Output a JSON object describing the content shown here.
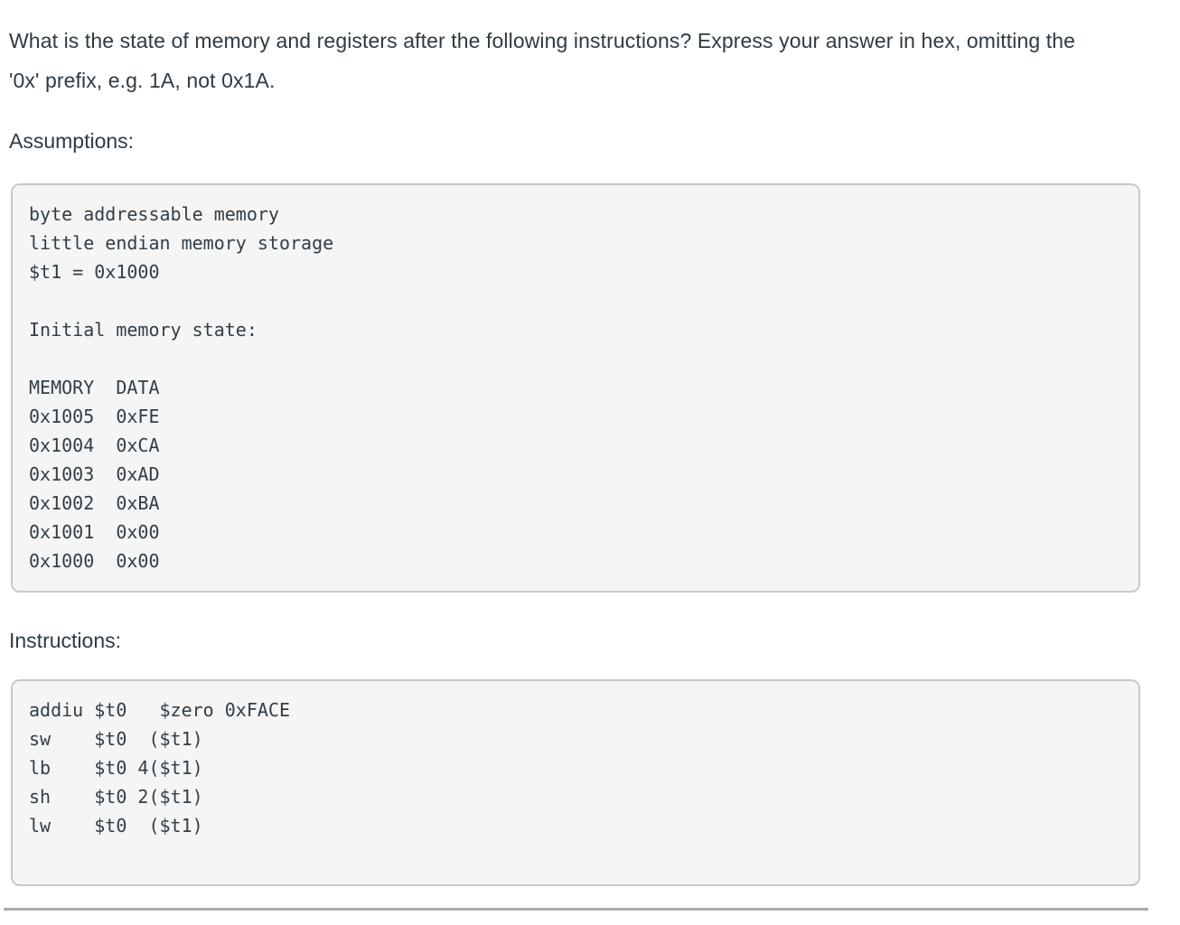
{
  "question": {
    "text": "What is the state of memory and registers after the following instructions? Express your answer in hex, omitting the '0x' prefix, e.g. 1A, not 0x1A."
  },
  "assumptions": {
    "heading": "Assumptions:",
    "code": "byte addressable memory\nlittle endian memory storage\n$t1 = 0x1000\n\nInitial memory state:\n\nMEMORY  DATA\n0x1005  0xFE\n0x1004  0xCA\n0x1003  0xAD\n0x1002  0xBA\n0x1001  0x00\n0x1000  0x00",
    "facts": [
      "byte addressable memory",
      "little endian memory storage",
      "$t1 = 0x1000"
    ],
    "memory_state_label": "Initial memory state:",
    "memory_table": {
      "headers": [
        "MEMORY",
        "DATA"
      ],
      "rows": [
        [
          "0x1005",
          "0xFE"
        ],
        [
          "0x1004",
          "0xCA"
        ],
        [
          "0x1003",
          "0xAD"
        ],
        [
          "0x1002",
          "0xBA"
        ],
        [
          "0x1001",
          "0x00"
        ],
        [
          "0x1000",
          "0x00"
        ]
      ]
    }
  },
  "instructions": {
    "heading": "Instructions:",
    "code": "addiu $t0   $zero 0xFACE\nsw    $t0  ($t1)\nlb    $t0 4($t1)\nsh    $t0 2($t1)\nlw    $t0  ($t1)",
    "lines": [
      "addiu $t0   $zero 0xFACE",
      "sw    $t0  ($t1)",
      "lb    $t0 4($t1)",
      "sh    $t0 2($t1)",
      "lw    $t0  ($t1)"
    ]
  },
  "colors": {
    "text": "#2d3b45",
    "code_background": "#f5f5f5",
    "code_border": "#c3c8cc",
    "divider": "#a9adb0"
  }
}
